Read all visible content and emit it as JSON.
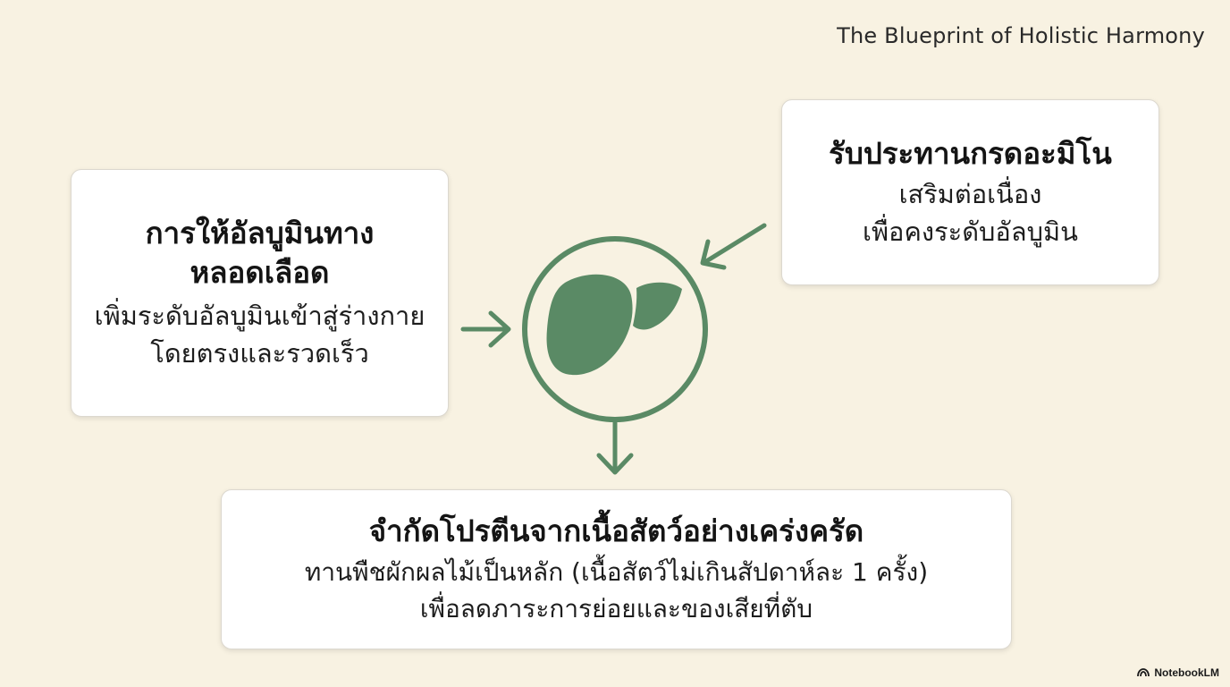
{
  "header": {
    "title": "The Blueprint of Holistic Harmony"
  },
  "cards": {
    "left": {
      "heading_line1": "การให้อัลบูมินทาง",
      "heading_line2": "หลอดเลือด",
      "text_line1": "เพิ่มระดับอัลบูมินเข้าสู่ร่างกาย",
      "text_line2": "โดยตรงและรวดเร็ว"
    },
    "right": {
      "heading": "รับประทานกรดอะมิโน",
      "text_line1": "เสริมต่อเนื่อง",
      "text_line2": "เพื่อคงระดับอัลบูมิน"
    },
    "bottom": {
      "heading": "จำกัดโปรตีนจากเนื้อสัตว์อย่างเคร่งครัด",
      "text_line1": "ทานพืชผักผลไม้เป็นหลัก (เนื้อสัตว์ไม่เกินสัปดาห์ละ 1 ครั้ง)",
      "text_line2": "เพื่อลดภาระการย่อยและของเสียที่ตับ"
    }
  },
  "center": {
    "icon": "liver-icon"
  },
  "colors": {
    "accent_green": "#5a8a65",
    "background": "#f8f2e2",
    "card_bg": "#ffffff"
  },
  "brand": {
    "label": "NotebookLM",
    "icon": "notebooklm-logo-icon"
  }
}
